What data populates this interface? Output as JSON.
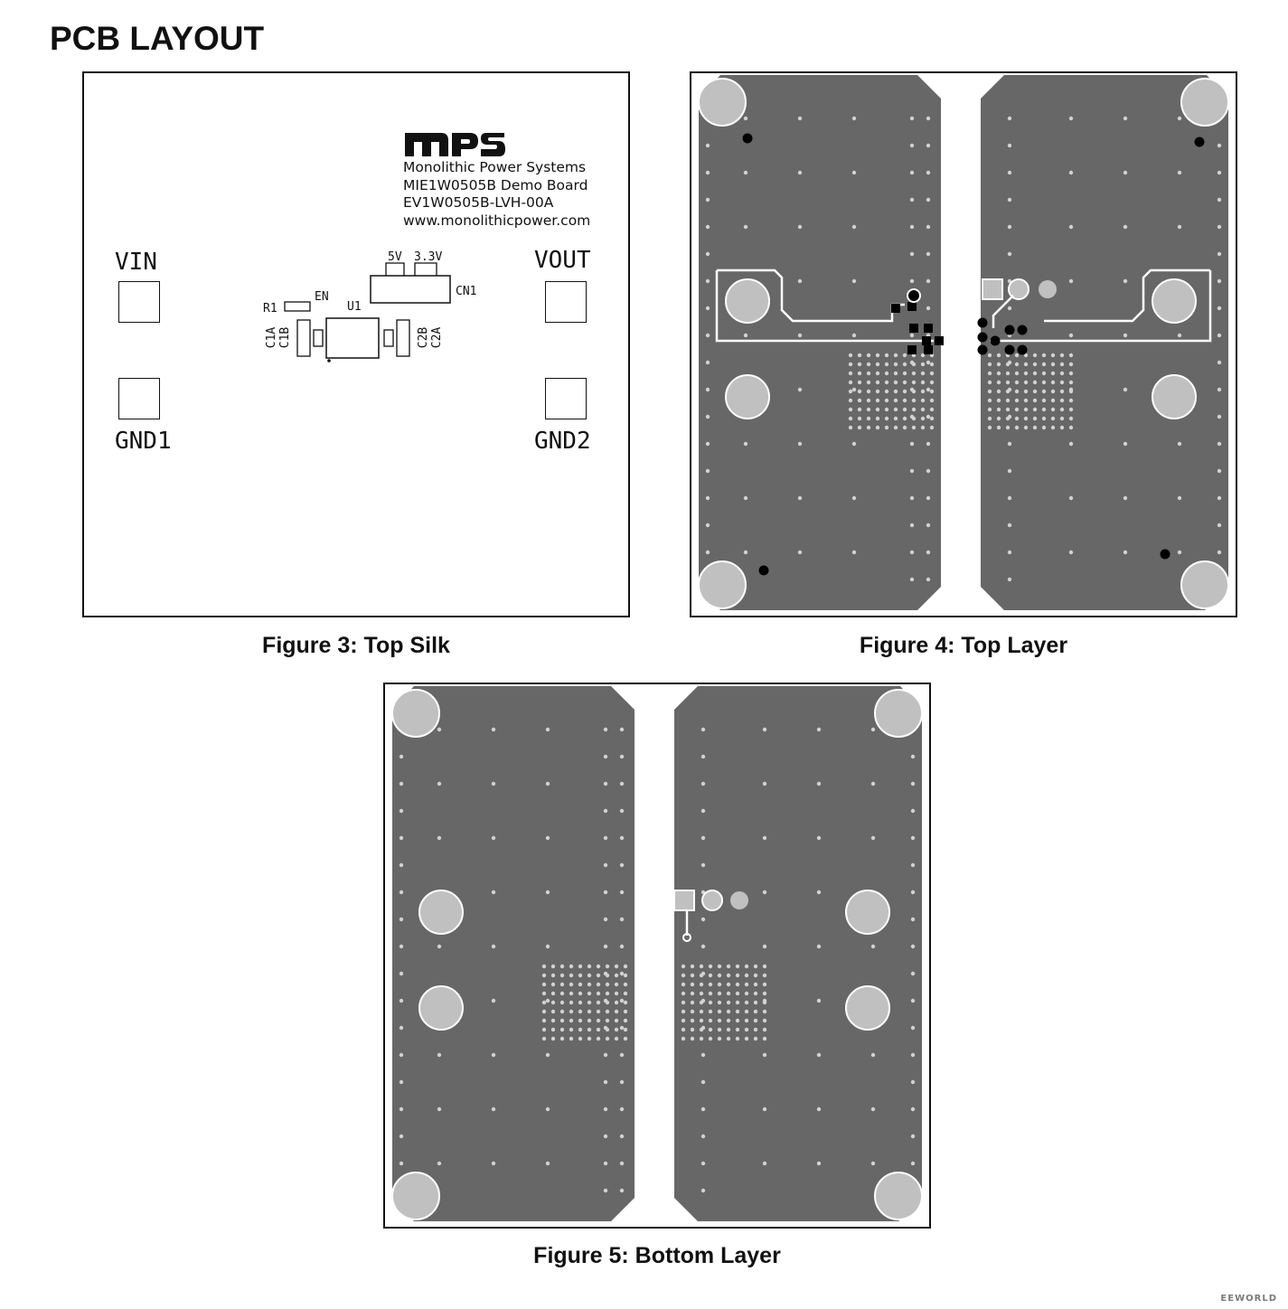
{
  "heading": "PCB LAYOUT",
  "top_silk": {
    "logo": "MPS",
    "board_info": [
      "Monolithic Power Systems",
      "MIE1W0505B Demo Board",
      "EV1W0505B-LVH-00A",
      "www.monolithicpower.com"
    ],
    "terminals": {
      "vin": "VIN",
      "vout": "VOUT",
      "gnd1": "GND1",
      "gnd2": "GND2"
    },
    "designators": {
      "r1": "R1",
      "en": "EN",
      "u1": "U1",
      "c1a": "C1A",
      "c1b": "C1B",
      "c2b": "C2B",
      "c2a": "C2A",
      "cn1": "CN1",
      "v5": "5V",
      "v33": "3.3V"
    },
    "caption": "Figure 3: Top Silk"
  },
  "top_layer": {
    "copper_color": "#666766",
    "pad_color": "#c0c0c0",
    "caption": "Figure 4: Top Layer"
  },
  "bottom_layer": {
    "copper_color": "#666766",
    "pad_color": "#c0c0c0",
    "caption": "Figure 5: Bottom Layer"
  },
  "watermark": "EEWORLD"
}
